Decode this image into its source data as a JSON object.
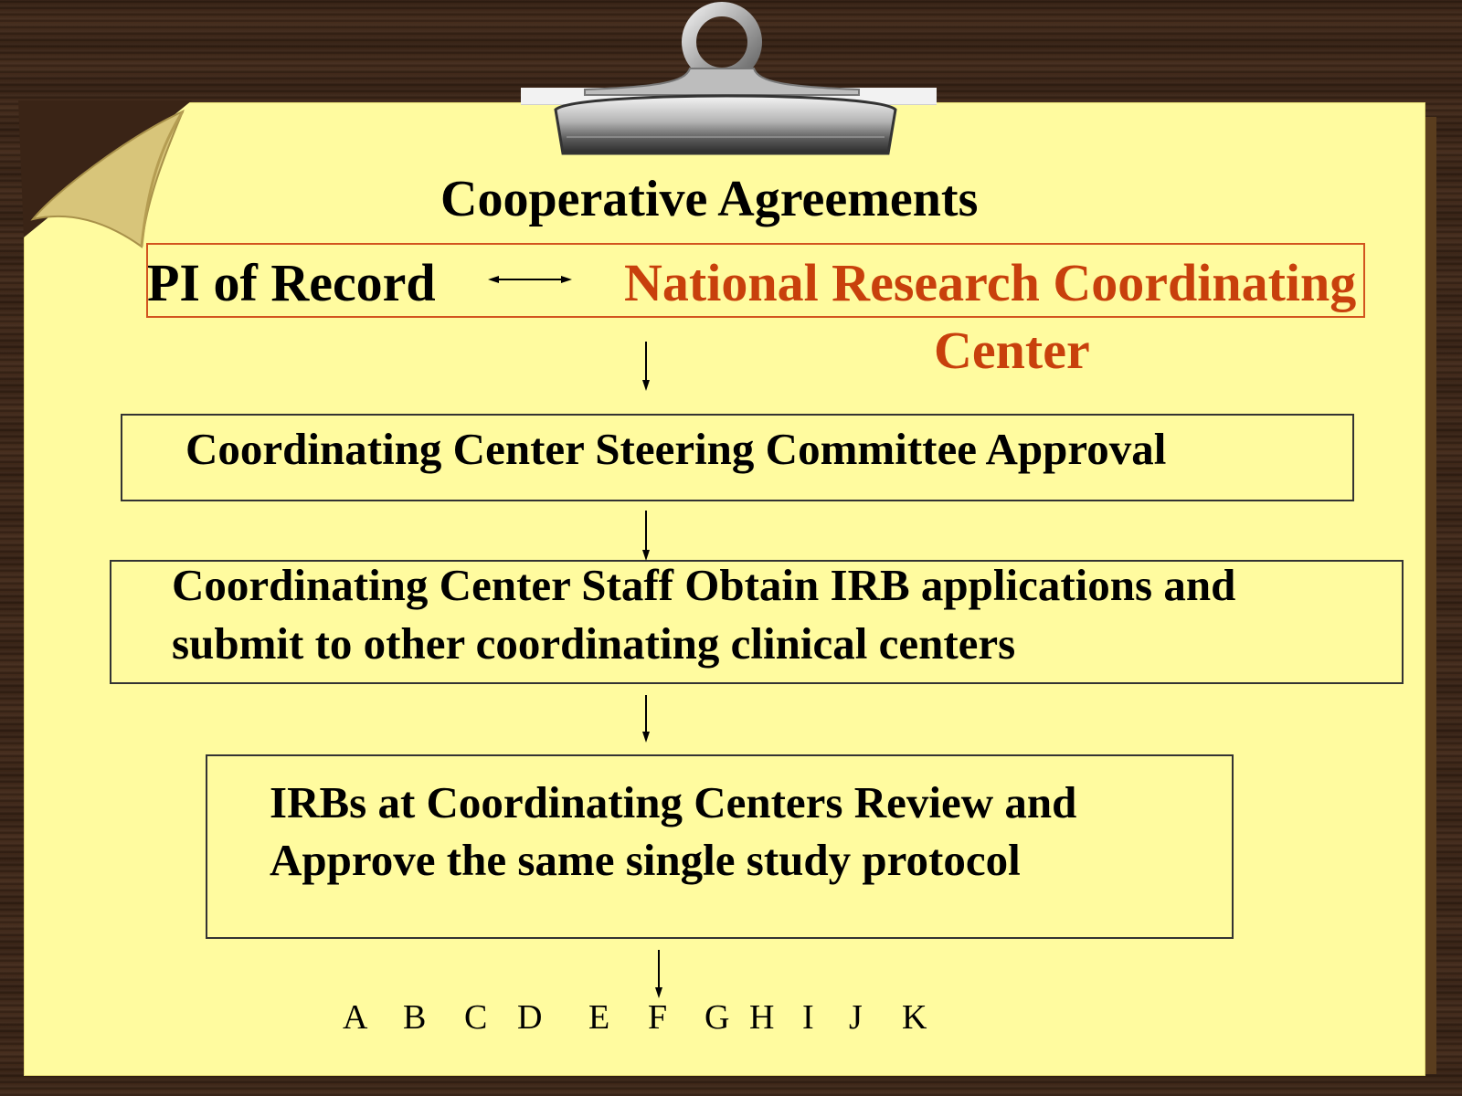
{
  "title": "Cooperative Agreements",
  "pi_label": "PI of Record",
  "ncc_line1": "National Research Coordinating",
  "ncc_line2": "Center",
  "box1_text": "Coordinating Center Steering Committee Approval",
  "box2_line1": "Coordinating Center Staff Obtain IRB applications and",
  "box2_line2": "submit to other coordinating clinical centers",
  "box3_line1": "IRBs at Coordinating Centers Review and",
  "box3_line2": "Approve the same single study protocol",
  "letters": [
    "A",
    "B",
    "C",
    "D",
    "E",
    "F",
    "G",
    "H",
    "I",
    "J",
    "K"
  ],
  "colors": {
    "paper": "#fffb9f",
    "accent_red": "#c8400c",
    "wood": "#3a2416"
  },
  "icons": [
    "paper-clip-icon",
    "double-arrow-icon",
    "down-arrow-icon",
    "page-curl-icon"
  ]
}
